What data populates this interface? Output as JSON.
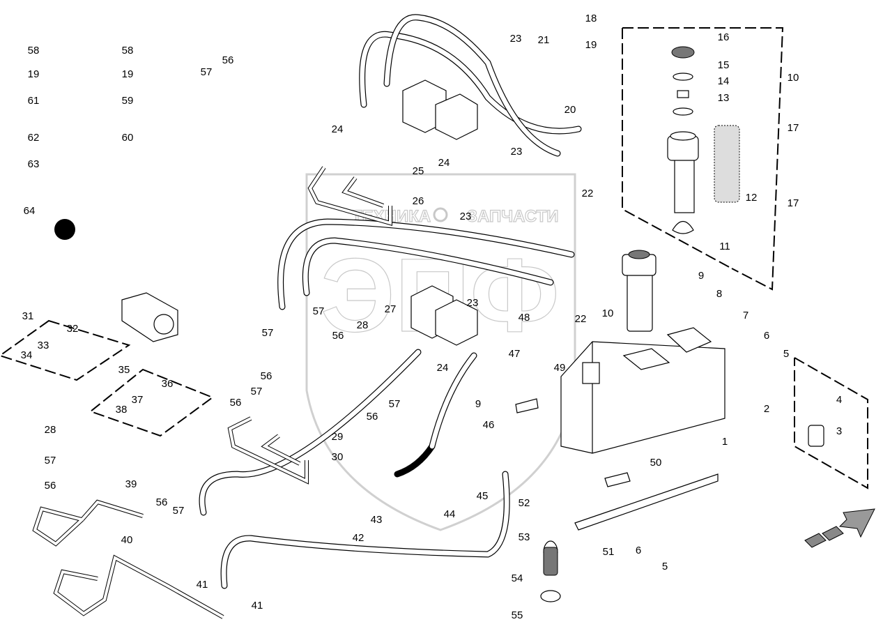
{
  "diagram": {
    "type": "exploded parts diagram",
    "watermark": {
      "left_text": "ТЕХНИКА",
      "right_text": "ЗАПЧАСТИ",
      "logo_letters": "ЭПФ"
    },
    "callouts": [
      "58",
      "19",
      "61",
      "62",
      "63",
      "64",
      "58",
      "19",
      "59",
      "60",
      "56",
      "57",
      "18",
      "19",
      "21",
      "20",
      "16",
      "15",
      "14",
      "13",
      "10",
      "17",
      "17",
      "12",
      "11",
      "22",
      "23",
      "23",
      "24",
      "24",
      "25",
      "26",
      "23",
      "23",
      "22",
      "10",
      "9",
      "8",
      "7",
      "6",
      "5",
      "4",
      "3",
      "2",
      "1",
      "31",
      "32",
      "33",
      "34",
      "35",
      "36",
      "37",
      "38",
      "28",
      "57",
      "56",
      "39",
      "40",
      "56",
      "57",
      "41",
      "41",
      "57",
      "56",
      "57",
      "56",
      "57",
      "56",
      "28",
      "27",
      "24",
      "57",
      "56",
      "29",
      "30",
      "48",
      "47",
      "49",
      "9",
      "46",
      "43",
      "42",
      "44",
      "45",
      "52",
      "53",
      "54",
      "55",
      "50",
      "51",
      "6",
      "5"
    ]
  }
}
